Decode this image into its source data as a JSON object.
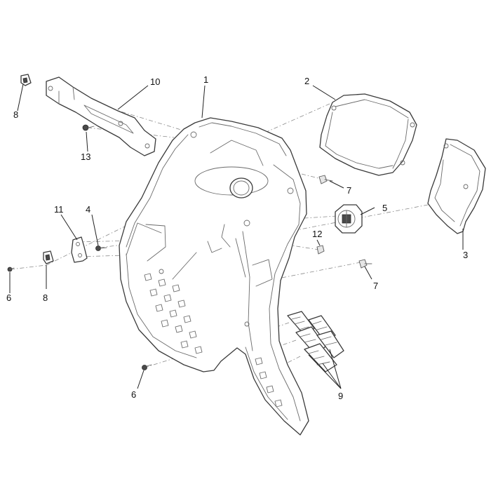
{
  "callouts": [
    {
      "label": "1"
    },
    {
      "label": "2"
    },
    {
      "label": "3"
    },
    {
      "label": "4"
    },
    {
      "label": "5"
    },
    {
      "label": "6"
    },
    {
      "label": "6"
    },
    {
      "label": "7"
    },
    {
      "label": "7"
    },
    {
      "label": "8"
    },
    {
      "label": "8"
    },
    {
      "label": "9"
    },
    {
      "label": "10"
    },
    {
      "label": "11"
    },
    {
      "label": "12"
    },
    {
      "label": "13"
    }
  ]
}
